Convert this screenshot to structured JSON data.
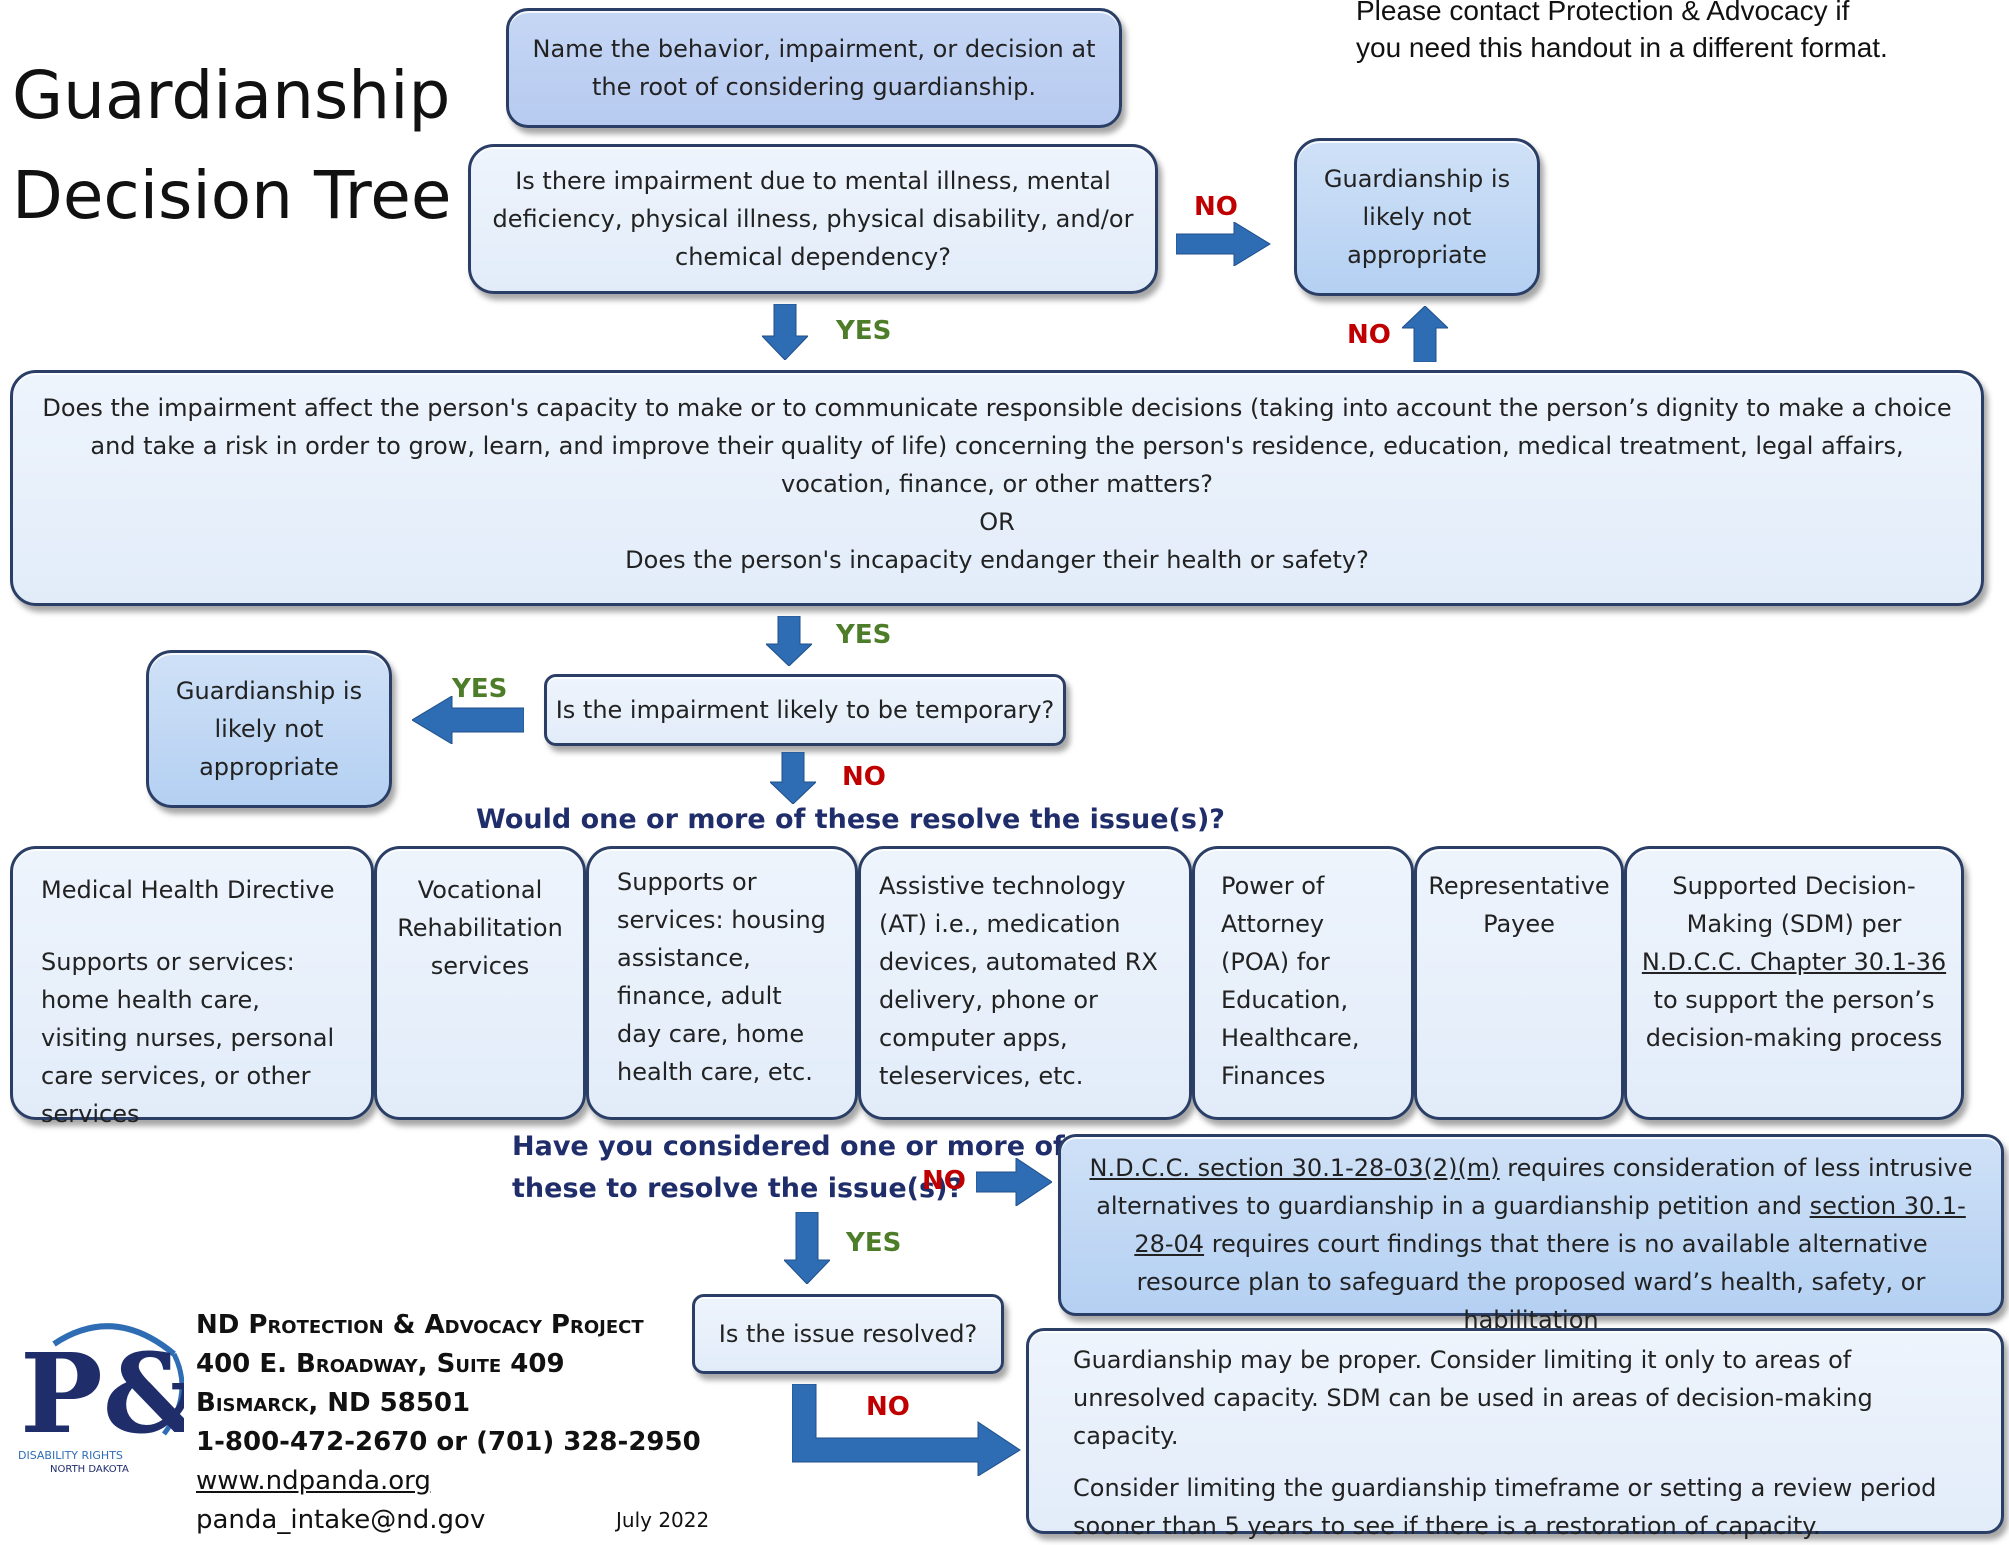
{
  "contact_note": [
    "Please contact Protection & Advocacy if",
    "you need this handout in a different format."
  ],
  "title": [
    "Guardianship",
    "Decision Tree"
  ],
  "boxes": {
    "root": "Name the behavior, impairment, or decision at the root of considering guardianship.",
    "impairment": "Is there impairment due to mental illness, mental deficiency, physical illness, physical disability, and/or chemical dependency?",
    "not_appropriate_1": "Guardianship is likely not appropriate",
    "capacity_line1": "Does the impairment affect the person's capacity to make or to communicate responsible decisions (taking into account the person’s dignity to make a choice and take a risk in order to grow, learn, and improve their quality of life) concerning the person's residence, education, medical treatment, legal affairs, vocation, finance, or other matters?",
    "capacity_or": "OR",
    "capacity_line2": "Does the person's incapacity endanger their health or safety?",
    "temporary": "Is the impairment likely to be temporary?",
    "not_appropriate_2": "Guardianship is likely not appropriate",
    "resolved": "Is the issue resolved?"
  },
  "labels": {
    "no": "NO",
    "yes": "YES"
  },
  "question_resolve": "Would one or more of these resolve the issue(s)?",
  "question_considered": [
    "Have you considered one or more of",
    "these to resolve the issue(s)?"
  ],
  "alternatives": {
    "medical_title": "Medical Health Directive",
    "medical_body": "Supports or services: home health care, visiting nurses, personal care services, or other services",
    "vocational": "Vocational Rehabilitation services",
    "supports": "Supports or services: housing assistance, finance, adult day care, home health care, etc.",
    "assistive": "Assistive technology (AT) i.e., medication devices, automated RX delivery, phone or computer apps, teleservices, etc.",
    "poa": "Power of Attorney (POA) for Education, Healthcare, Finances",
    "payee": "Representative Payee",
    "sdm_pre": "Supported Decision-Making (SDM) per",
    "sdm_link": "N.D.C.C. Chapter 30.1-36",
    "sdm_post": "to support the person’s decision-making process"
  },
  "ndcc": {
    "link1": "N.D.C.C. section 30.1-28-03(2)(m)",
    "text1": " requires consideration of less intrusive alternatives to guardianship in a guardianship petition and ",
    "link2": "section 30.1-28-04",
    "text2": " requires court findings that there is no available alternative resource plan to safeguard the proposed ward’s health, safety, or habilitation"
  },
  "final": {
    "p1": "Guardianship may be proper. Consider limiting it only to areas of unresolved capacity.  SDM can be used in areas of decision-making capacity.",
    "p2": "Consider limiting the guardianship timeframe or setting a review period sooner than 5 years to see if there is a restoration of capacity."
  },
  "logo": {
    "letters": "P&A",
    "line1": "DISABILITY RIGHTS",
    "line2": "NORTH DAKOTA"
  },
  "address": {
    "org": "ND Protection & Advocacy Project",
    "street": "400 E. Broadway, Suite 409",
    "city": "Bismarck, ND  58501",
    "phone": "1-800-472-2670 or (701) 328-2950",
    "web": "www.ndpanda.org",
    "email": "panda_intake@nd.gov",
    "date": "July 2022"
  },
  "colors": {
    "arrow": "#2e6db4",
    "yes": "#4e7d2a",
    "no": "#c00000",
    "question": "#1f2d6b",
    "border": "#2b3f66"
  }
}
